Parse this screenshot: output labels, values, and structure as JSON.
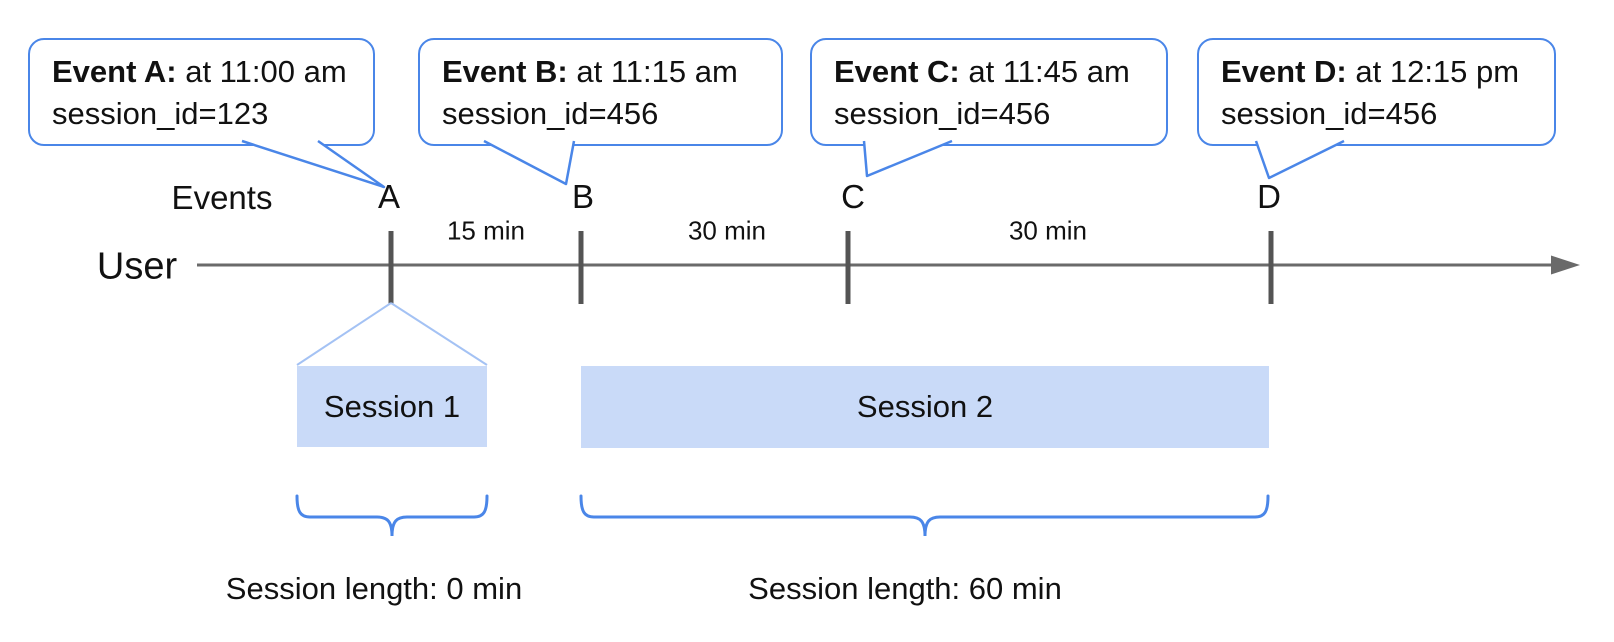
{
  "colors": {
    "accent_blue": "#4a86e8",
    "funnel_light_blue": "#a4c2f4",
    "session_fill": "#c9daf8",
    "timeline_gray": "#666666",
    "text_black": "#111111"
  },
  "axis": {
    "events_label": "Events",
    "user_label": "User"
  },
  "events": [
    {
      "tick": "A",
      "bold": "Event A:",
      "time": "at 11:00 am",
      "session": "session_id=123"
    },
    {
      "tick": "B",
      "bold": "Event B:",
      "time": "at 11:15 am",
      "session": "session_id=456"
    },
    {
      "tick": "C",
      "bold": "Event C:",
      "time": "at 11:45 am",
      "session": "session_id=456"
    },
    {
      "tick": "D",
      "bold": "Event D:",
      "time": "at 12:15 pm",
      "session": "session_id=456"
    }
  ],
  "intervals": [
    {
      "label": "15 min"
    },
    {
      "label": "30 min"
    },
    {
      "label": "30 min"
    }
  ],
  "sessions": [
    {
      "name": "Session 1",
      "length": "Session length: 0 min"
    },
    {
      "name": "Session 2",
      "length": "Session length: 60 min"
    }
  ]
}
